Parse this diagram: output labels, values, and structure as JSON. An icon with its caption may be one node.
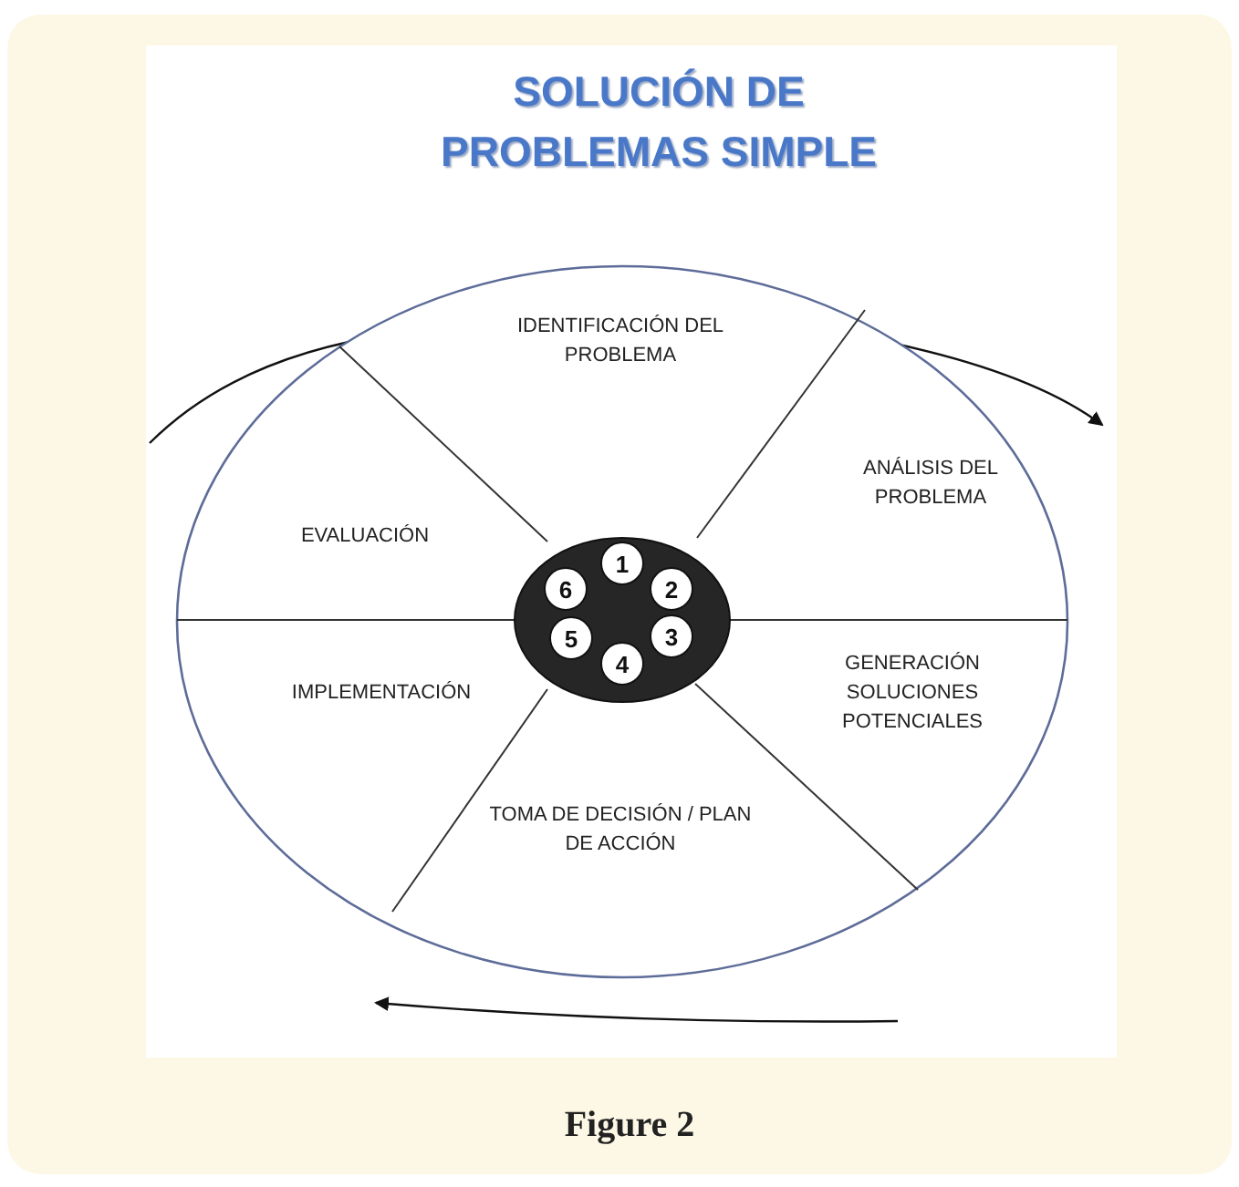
{
  "diagram": {
    "title": "SOLUCIÓN DE PROBLEMAS SIMPLE",
    "caption": "Figure 2",
    "nodes": [
      {
        "text": [],
        "shape": "circle"
      },
      {
        "text": [
          "IDENTIFICACIÓN DEL PROBLEMA"
        ],
        "in": 0
      },
      {
        "text": [
          "ANÁLISIS DEL PROBLEMA"
        ],
        "in": 0
      },
      {
        "text": [
          "GENERACIÓN SOLUCIONES POTENCIALES"
        ],
        "in": 0
      },
      {
        "text": [
          "TOMA DE DECISIÓN / PLAN DE ACCIÓN"
        ],
        "in": 0
      },
      {
        "text": [
          "IMPLEMENTACIÓN"
        ],
        "in": 0
      },
      {
        "text": [
          "EVALUACIÓN"
        ],
        "in": 0
      },
      {
        "text": [],
        "shape": "circle",
        "in": 0
      },
      {
        "text": [
          "1"
        ],
        "in": 7
      },
      {
        "text": [
          "2"
        ],
        "in": 7
      },
      {
        "text": [
          "3"
        ],
        "in": 7
      },
      {
        "text": [
          "4"
        ],
        "in": 7
      },
      {
        "text": [
          "5"
        ],
        "in": 7
      },
      {
        "text": [
          "6"
        ],
        "in": 7
      }
    ],
    "edges": []
  }
}
